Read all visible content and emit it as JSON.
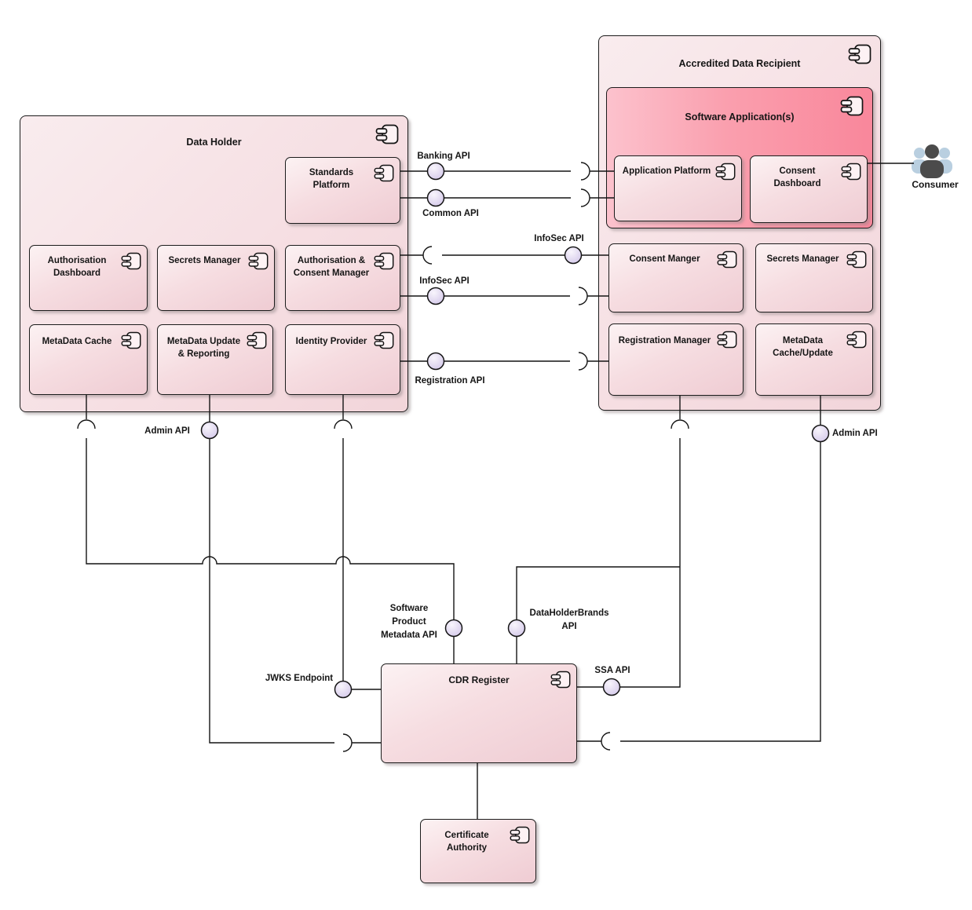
{
  "data_holder": {
    "title": "Data Holder",
    "standards_platform": "Standards Platform",
    "authorisation_dashboard": "Authorisation\nDashboard",
    "secrets_manager": "Secrets Manager",
    "authorisation_consent_manager": "Authorisation &\nConsent Manager",
    "metadata_cache": "MetaData Cache",
    "metadata_update_reporting": "MetaData Update\n& Reporting",
    "identity_provider": "Identity Provider"
  },
  "accredited_data_recipient": {
    "title": "Accredited Data Recipient",
    "software_applications": "Software Application(s)",
    "application_platform": "Application Platform",
    "consent_dashboard": "Consent\nDashboard",
    "consent_manger": "Consent Manger",
    "secrets_manager": "Secrets Manager",
    "registration_manager": "Registration Manager",
    "metadata_cache_update": "MetaData\nCache/Update"
  },
  "cdr_register": {
    "title": "CDR Register"
  },
  "certificate_authority": {
    "title": "Certificate\nAuthority"
  },
  "consumer": {
    "label": "Consumer"
  },
  "api_labels": {
    "banking": "Banking API",
    "common": "Common API",
    "infosec_provided": "InfoSec API",
    "infosec_required": "InfoSec API",
    "registration": "Registration API",
    "admin_data_holder": "Admin API",
    "admin_recipient": "Admin API",
    "software_product_metadata": "Software\nProduct\nMetadata API",
    "dataholderbrands": "DataHolderBrands\nAPI",
    "jwks": "JWKS Endpoint",
    "ssa": "SSA API"
  },
  "colors": {
    "container_fill": "#f6dfe3",
    "component_fill": "#f3d5da",
    "software_app_fill": "#f9879b",
    "interface_ball_fill": "#ded4ef",
    "line": "#141414",
    "consumer_primary": "#4b4b4b",
    "consumer_secondary": "#b9cfe0"
  }
}
